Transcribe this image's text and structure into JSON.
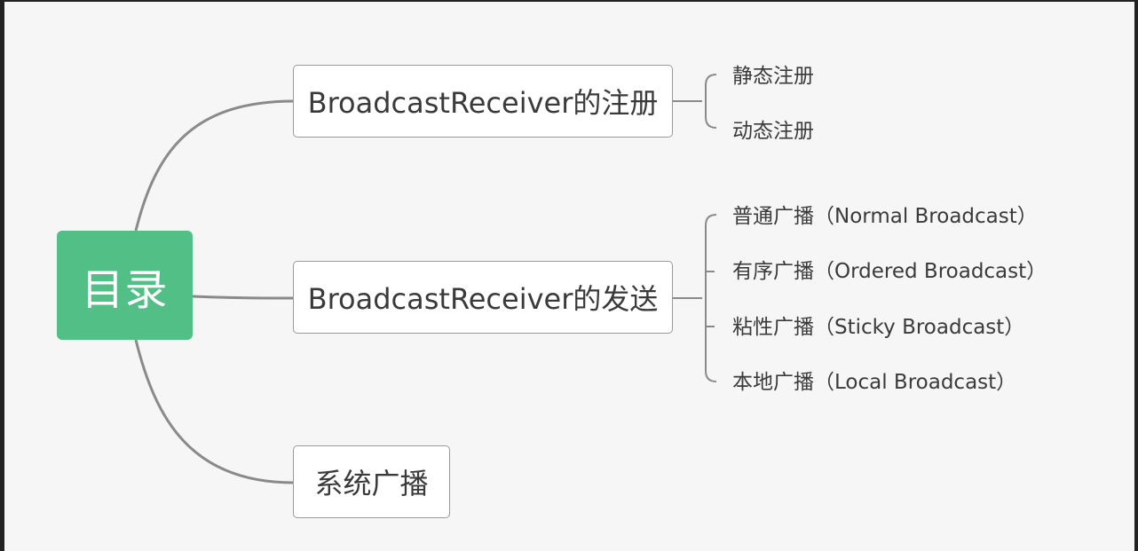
{
  "root": {
    "label": "目录"
  },
  "branches": [
    {
      "label": "BroadcastReceiver的注册",
      "children": [
        "静态注册",
        "动态注册"
      ]
    },
    {
      "label": "BroadcastReceiver的发送",
      "children": [
        "普通广播（Normal Broadcast）",
        "有序广播（Ordered Broadcast）",
        "粘性广播（Sticky Broadcast）",
        "本地广播（Local Broadcast）"
      ]
    },
    {
      "label": "系统广播",
      "children": []
    }
  ],
  "colors": {
    "root_fill": "#52bf87",
    "connector": "#8a8a8a",
    "background": "#f6f6f6"
  }
}
